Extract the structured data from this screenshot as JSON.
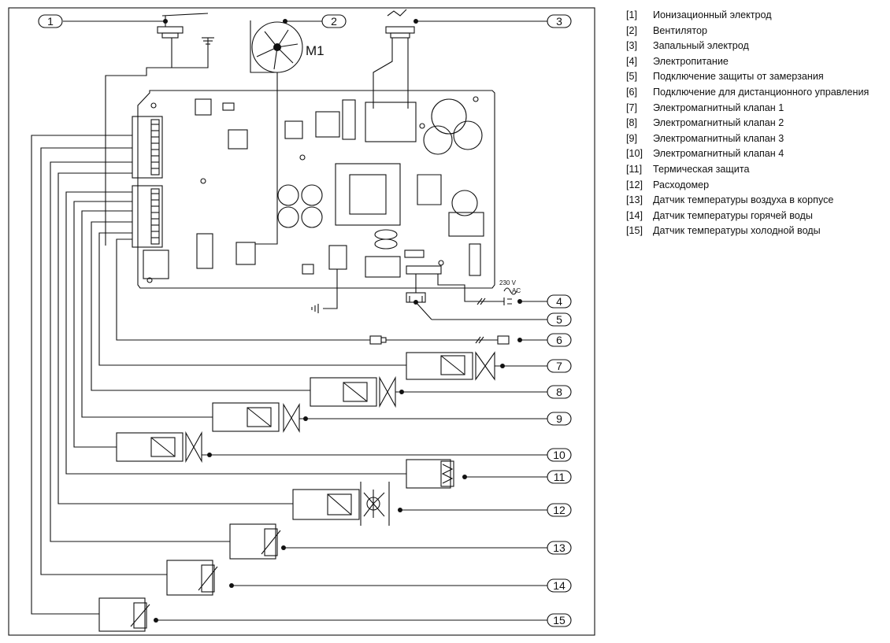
{
  "diagram": {
    "motor_label": "M1",
    "voltage_label": "230 V",
    "ac_label": "AC",
    "callouts": [
      "1",
      "2",
      "3",
      "4",
      "5",
      "6",
      "7",
      "8",
      "9",
      "10",
      "11",
      "12",
      "13",
      "14",
      "15"
    ]
  },
  "legend": {
    "items": [
      {
        "num": "[1]",
        "text": "Ионизационный электрод"
      },
      {
        "num": "[2]",
        "text": "Вентилятор"
      },
      {
        "num": "[3]",
        "text": "Запальный электрод"
      },
      {
        "num": "[4]",
        "text": "Электропитание"
      },
      {
        "num": "[5]",
        "text": "Подключение защиты от замерзания"
      },
      {
        "num": "[6]",
        "text": "Подключение для дистанционного управления"
      },
      {
        "num": "[7]",
        "text": "Электромагнитный клапан 1"
      },
      {
        "num": "[8]",
        "text": "Электромагнитный клапан 2"
      },
      {
        "num": "[9]",
        "text": "Электромагнитный клапан 3"
      },
      {
        "num": "[10]",
        "text": "Электромагнитный клапан 4"
      },
      {
        "num": "[11]",
        "text": "Термическая защита"
      },
      {
        "num": "[12]",
        "text": "Расходомер"
      },
      {
        "num": "[13]",
        "text": "Датчик температуры воздуха в корпусе"
      },
      {
        "num": "[14]",
        "text": "Датчик температуры горячей воды"
      },
      {
        "num": "[15]",
        "text": "Датчик температуры холодной воды"
      }
    ]
  }
}
